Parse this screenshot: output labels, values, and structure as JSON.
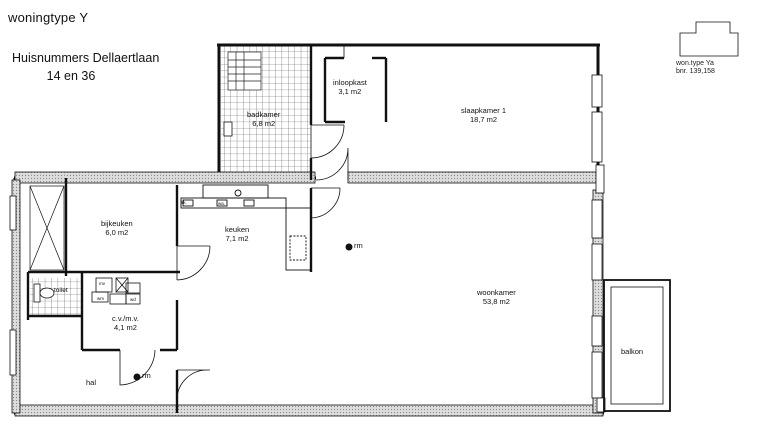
{
  "header": {
    "title": "woningtype Y",
    "address_line1": "Huisnummers Dellaertlaan",
    "address_line2": "14 en 36"
  },
  "key_plan": {
    "line1": "won.type Ya",
    "line2": "bnr. 139,158"
  },
  "rooms": {
    "inloopkast": {
      "name": "inloopkast",
      "area": "3,1 m2"
    },
    "badkamer": {
      "name": "badkamer",
      "area": "6,8 m2"
    },
    "slaapkamer": {
      "name": "slaapkamer 1",
      "area": "18,7 m2"
    },
    "bijkeuken": {
      "name": "bijkeuken",
      "area": "6,0 m2"
    },
    "keuken": {
      "name": "keuken",
      "area": "7,1 m2"
    },
    "woonkamer": {
      "name": "woonkamer",
      "area": "53,8 m2"
    },
    "toilet": {
      "name": "toilet"
    },
    "cv": {
      "name": "c.v./m.v.",
      "area": "4,1 m2"
    },
    "hal": {
      "name": "hal"
    },
    "balkon": {
      "name": "balkon"
    }
  },
  "markers": {
    "rm": "rm",
    "kk": "kk.",
    "wa": "wa.",
    "mv": "mv",
    "wm": "wm",
    "wd": "wd"
  },
  "colors": {
    "wall": "#111111",
    "wall_fill": "#bfbfbf",
    "tile_grid": "#555555"
  }
}
